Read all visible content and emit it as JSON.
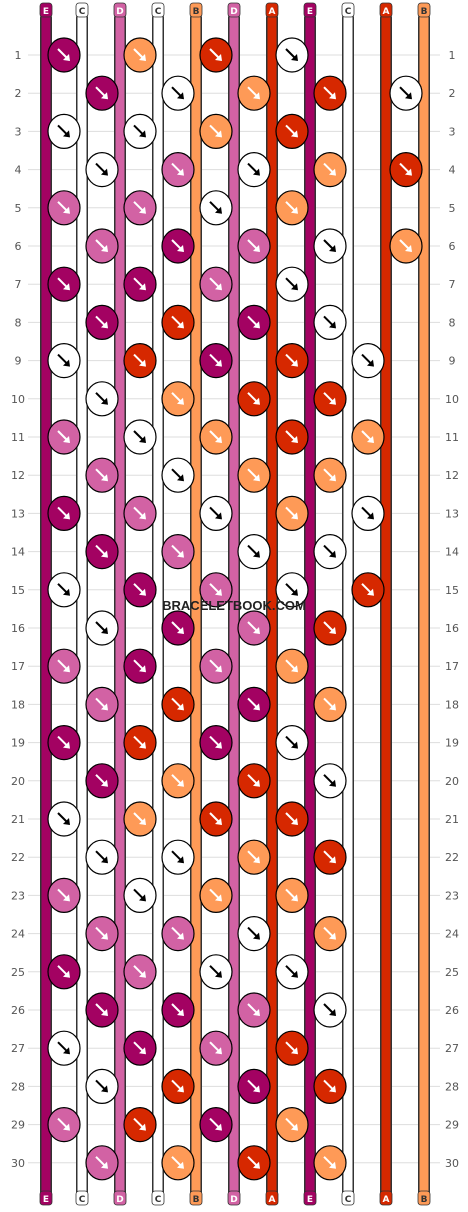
{
  "watermark": "BRACELETBOOK.COM",
  "colors": {
    "A": "#d62800",
    "B": "#fe9a57",
    "C": "#ffffff",
    "D": "#d262a4",
    "E": "#a30262"
  },
  "strings_top": [
    "E",
    "C",
    "D",
    "C",
    "B",
    "D",
    "A",
    "E",
    "C",
    "A",
    "B"
  ],
  "strings_bottom": [
    "E",
    "C",
    "D",
    "C",
    "B",
    "D",
    "A",
    "E",
    "C",
    "A",
    "B"
  ],
  "rows": [
    {
      "label": "1",
      "knots": [
        "E",
        "B",
        "A",
        "C"
      ]
    },
    {
      "label": "2",
      "knots": [
        "E",
        "C",
        "B",
        "A",
        "C"
      ]
    },
    {
      "label": "3",
      "knots": [
        "C",
        "C",
        "B",
        "A"
      ]
    },
    {
      "label": "4",
      "knots": [
        "C",
        "D",
        "C",
        "B",
        "A"
      ]
    },
    {
      "label": "5",
      "knots": [
        "D",
        "D",
        "C",
        "B"
      ]
    },
    {
      "label": "6",
      "knots": [
        "D",
        "E",
        "D",
        "C",
        "B"
      ]
    },
    {
      "label": "7",
      "knots": [
        "E",
        "E",
        "D",
        "C"
      ]
    },
    {
      "label": "8",
      "knots": [
        "E",
        "A",
        "E",
        "C"
      ]
    },
    {
      "label": "9",
      "knots": [
        "C",
        "A",
        "E",
        "A",
        "C"
      ]
    },
    {
      "label": "10",
      "knots": [
        "C",
        "B",
        "A",
        "A"
      ]
    },
    {
      "label": "11",
      "knots": [
        "D",
        "C",
        "B",
        "A",
        "B"
      ]
    },
    {
      "label": "12",
      "knots": [
        "D",
        "C",
        "B",
        "B"
      ]
    },
    {
      "label": "13",
      "knots": [
        "E",
        "D",
        "C",
        "B",
        "C"
      ]
    },
    {
      "label": "14",
      "knots": [
        "E",
        "D",
        "C",
        "C"
      ]
    },
    {
      "label": "15",
      "knots": [
        "C",
        "E",
        "D",
        "C",
        "A"
      ]
    },
    {
      "label": "16",
      "knots": [
        "C",
        "E",
        "D",
        "A"
      ]
    },
    {
      "label": "17",
      "knots": [
        "D",
        "E",
        "D",
        "B"
      ]
    },
    {
      "label": "18",
      "knots": [
        "D",
        "A",
        "E",
        "B"
      ]
    },
    {
      "label": "19",
      "knots": [
        "E",
        "A",
        "E",
        "C"
      ]
    },
    {
      "label": "20",
      "knots": [
        "E",
        "B",
        "A",
        "C"
      ]
    },
    {
      "label": "21",
      "knots": [
        "C",
        "B",
        "A",
        "A"
      ]
    },
    {
      "label": "22",
      "knots": [
        "C",
        "C",
        "B",
        "A"
      ]
    },
    {
      "label": "23",
      "knots": [
        "D",
        "C",
        "B",
        "B"
      ]
    },
    {
      "label": "24",
      "knots": [
        "D",
        "D",
        "C",
        "B"
      ]
    },
    {
      "label": "25",
      "knots": [
        "E",
        "D",
        "C",
        "C"
      ]
    },
    {
      "label": "26",
      "knots": [
        "E",
        "E",
        "D",
        "C"
      ]
    },
    {
      "label": "27",
      "knots": [
        "C",
        "E",
        "D",
        "A"
      ]
    },
    {
      "label": "28",
      "knots": [
        "C",
        "A",
        "E",
        "A"
      ]
    },
    {
      "label": "29",
      "knots": [
        "D",
        "A",
        "E",
        "B"
      ]
    },
    {
      "label": "30",
      "knots": [
        "D",
        "B",
        "A",
        "B"
      ]
    }
  ]
}
